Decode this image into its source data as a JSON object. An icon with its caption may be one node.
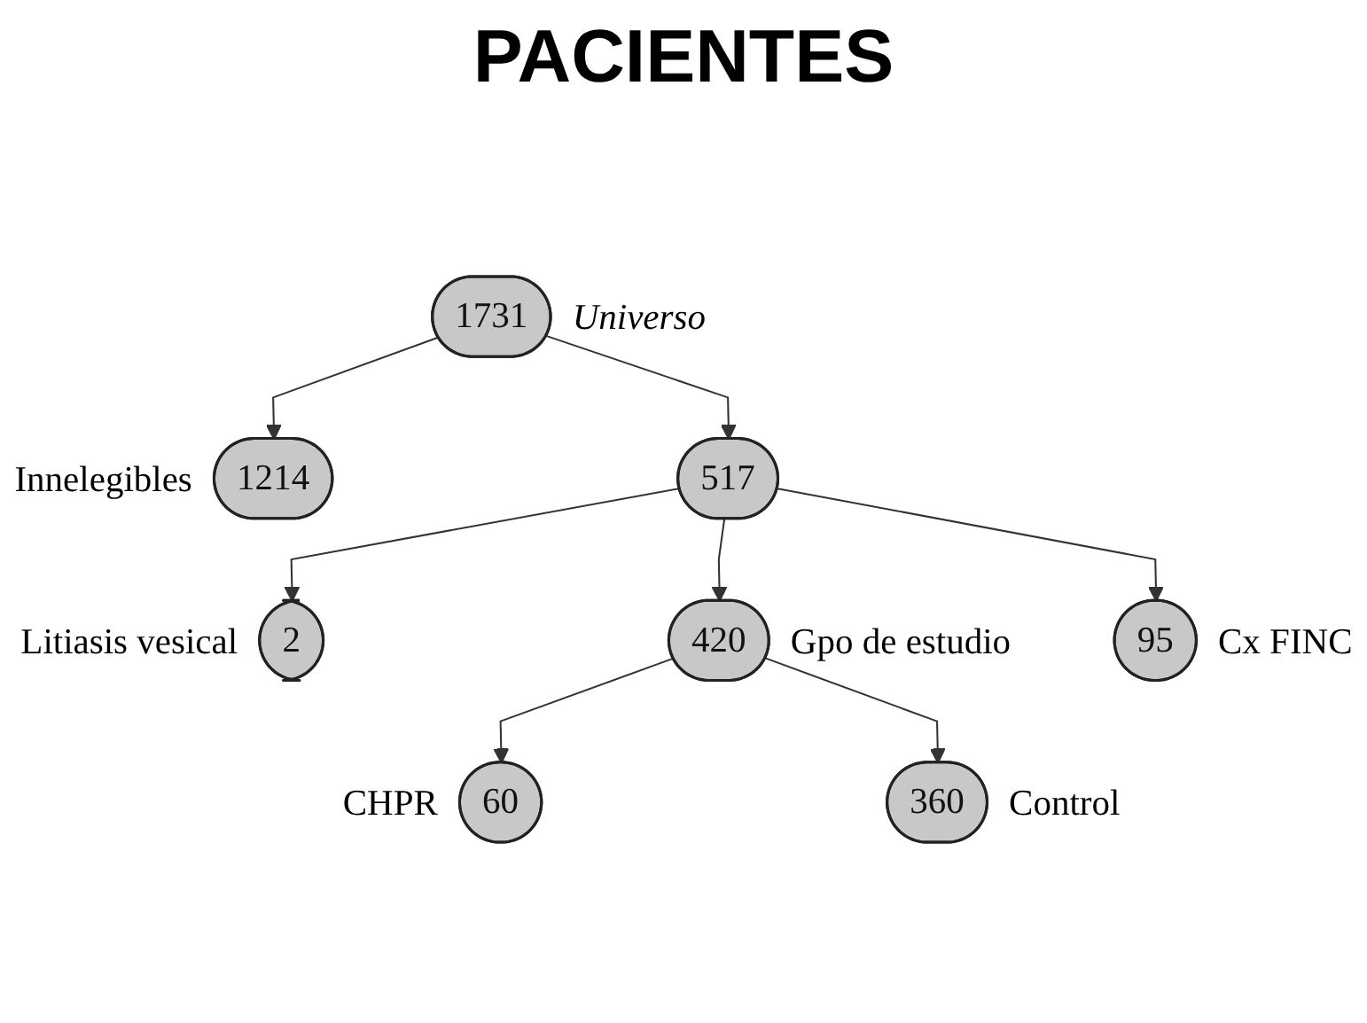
{
  "diagram": {
    "title": "PACIENTES",
    "nodes": [
      {
        "text": [
          "1731"
        ],
        "beside": [
          "Universo"
        ]
      },
      {
        "text": [
          "1214"
        ],
        "beside": [
          "Innelegibles"
        ]
      },
      {
        "text": [
          "517"
        ]
      },
      {
        "text": [
          "2"
        ],
        "beside": [
          "Litiasis vesical"
        ]
      },
      {
        "text": [
          "95"
        ],
        "beside": [
          "Cx FINC"
        ]
      },
      {
        "text": [
          "420"
        ],
        "beside": [
          "Gpo de estudio"
        ]
      },
      {
        "text": [
          "60"
        ],
        "beside": [
          "CHPR"
        ]
      },
      {
        "text": [
          "360"
        ],
        "beside": [
          "Control"
        ]
      }
    ],
    "edges": [
      {
        "from": 0,
        "to": 1,
        "arrow": "to"
      },
      {
        "from": 0,
        "to": 2,
        "arrow": "to"
      },
      {
        "from": 2,
        "to": 3,
        "arrow": "to"
      },
      {
        "from": 2,
        "to": 5,
        "arrow": "to"
      },
      {
        "from": 2,
        "to": 4,
        "arrow": "to"
      },
      {
        "from": 5,
        "to": 6,
        "arrow": "to"
      },
      {
        "from": 5,
        "to": 7,
        "arrow": "to"
      }
    ]
  }
}
